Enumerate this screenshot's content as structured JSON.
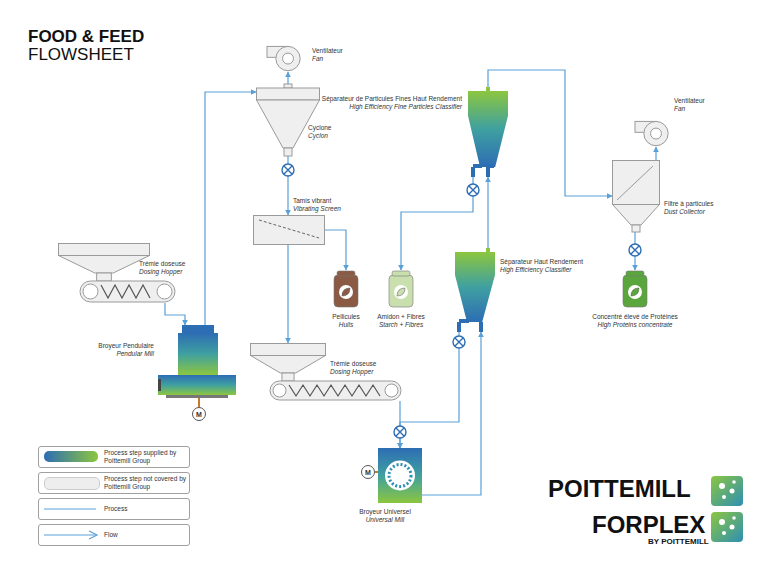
{
  "diagram": {
    "title": "FOOD & FEED",
    "nodes": [
      {
        "text": [
          "Ventilateur",
          "Fan"
        ]
      },
      {
        "text": [
          "Cyclone",
          "Cyclon"
        ]
      },
      {
        "text": [
          "Tamis vibrant",
          "Vibrating Screen"
        ]
      },
      {
        "text": [
          "Trémie doseuse",
          "Dosing Hopper"
        ]
      },
      {
        "text": [
          "Broyeur Pendulaire",
          "Pendular Mill"
        ]
      },
      {
        "text": [
          "Pellicules",
          "Huils"
        ]
      },
      {
        "text": [
          "Amidon + Fibres",
          "Starch + Fibres"
        ]
      },
      {
        "text": [
          "Trémie doseuse",
          "Dosing Hopper"
        ]
      },
      {
        "text": [
          "Broyeur Universel",
          "Universal Mill"
        ]
      },
      {
        "text": [
          "Séparateur Haut Rendement",
          "High Efficiency Classifier"
        ]
      },
      {
        "text": [
          "Séparateur de Particules Fines Haut Rendement",
          "High Efficiency Fine Particles Classifier"
        ]
      },
      {
        "text": [
          "Ventilateur",
          "Fan"
        ]
      },
      {
        "text": [
          "Filtre à particules",
          "Dust Collector"
        ]
      },
      {
        "text": [
          "Concentré élevé de Protéines",
          "High Proteins concentrate"
        ]
      }
    ],
    "edges": [
      {
        "from": 3,
        "to": 4,
        "arrow": "to"
      },
      {
        "from": 4,
        "to": 1,
        "arrow": "to"
      },
      {
        "from": 1,
        "to": 0,
        "arrow": "to"
      },
      {
        "from": 1,
        "to": 2,
        "arrow": "to"
      },
      {
        "from": 2,
        "to": 5,
        "arrow": "to"
      },
      {
        "from": 2,
        "to": 7,
        "arrow": "to"
      },
      {
        "from": 7,
        "to": 8,
        "arrow": "to"
      },
      {
        "from": 8,
        "to": 9,
        "arrow": "to"
      },
      {
        "from": 9,
        "to": 8,
        "arrow": "to"
      },
      {
        "from": 9,
        "to": 10,
        "arrow": "to"
      },
      {
        "from": 10,
        "to": 6,
        "arrow": "to"
      },
      {
        "from": 10,
        "to": 12,
        "arrow": "to"
      },
      {
        "from": 12,
        "to": 11,
        "arrow": "to"
      },
      {
        "from": 12,
        "to": 13,
        "arrow": "to"
      }
    ],
    "labels": [
      "FLOWSHEET",
      "M",
      "M",
      "POITTEMILL",
      "FORPLEX",
      "BY POITTEMILL"
    ],
    "legend": [
      {
        "text": "Process step supplied by Poittemill Group"
      },
      {
        "text": "Process step not covered by Poittemill Group",
        "color": "#eeeeee"
      },
      {
        "text": "Process"
      },
      {
        "text": "Flow"
      }
    ]
  }
}
